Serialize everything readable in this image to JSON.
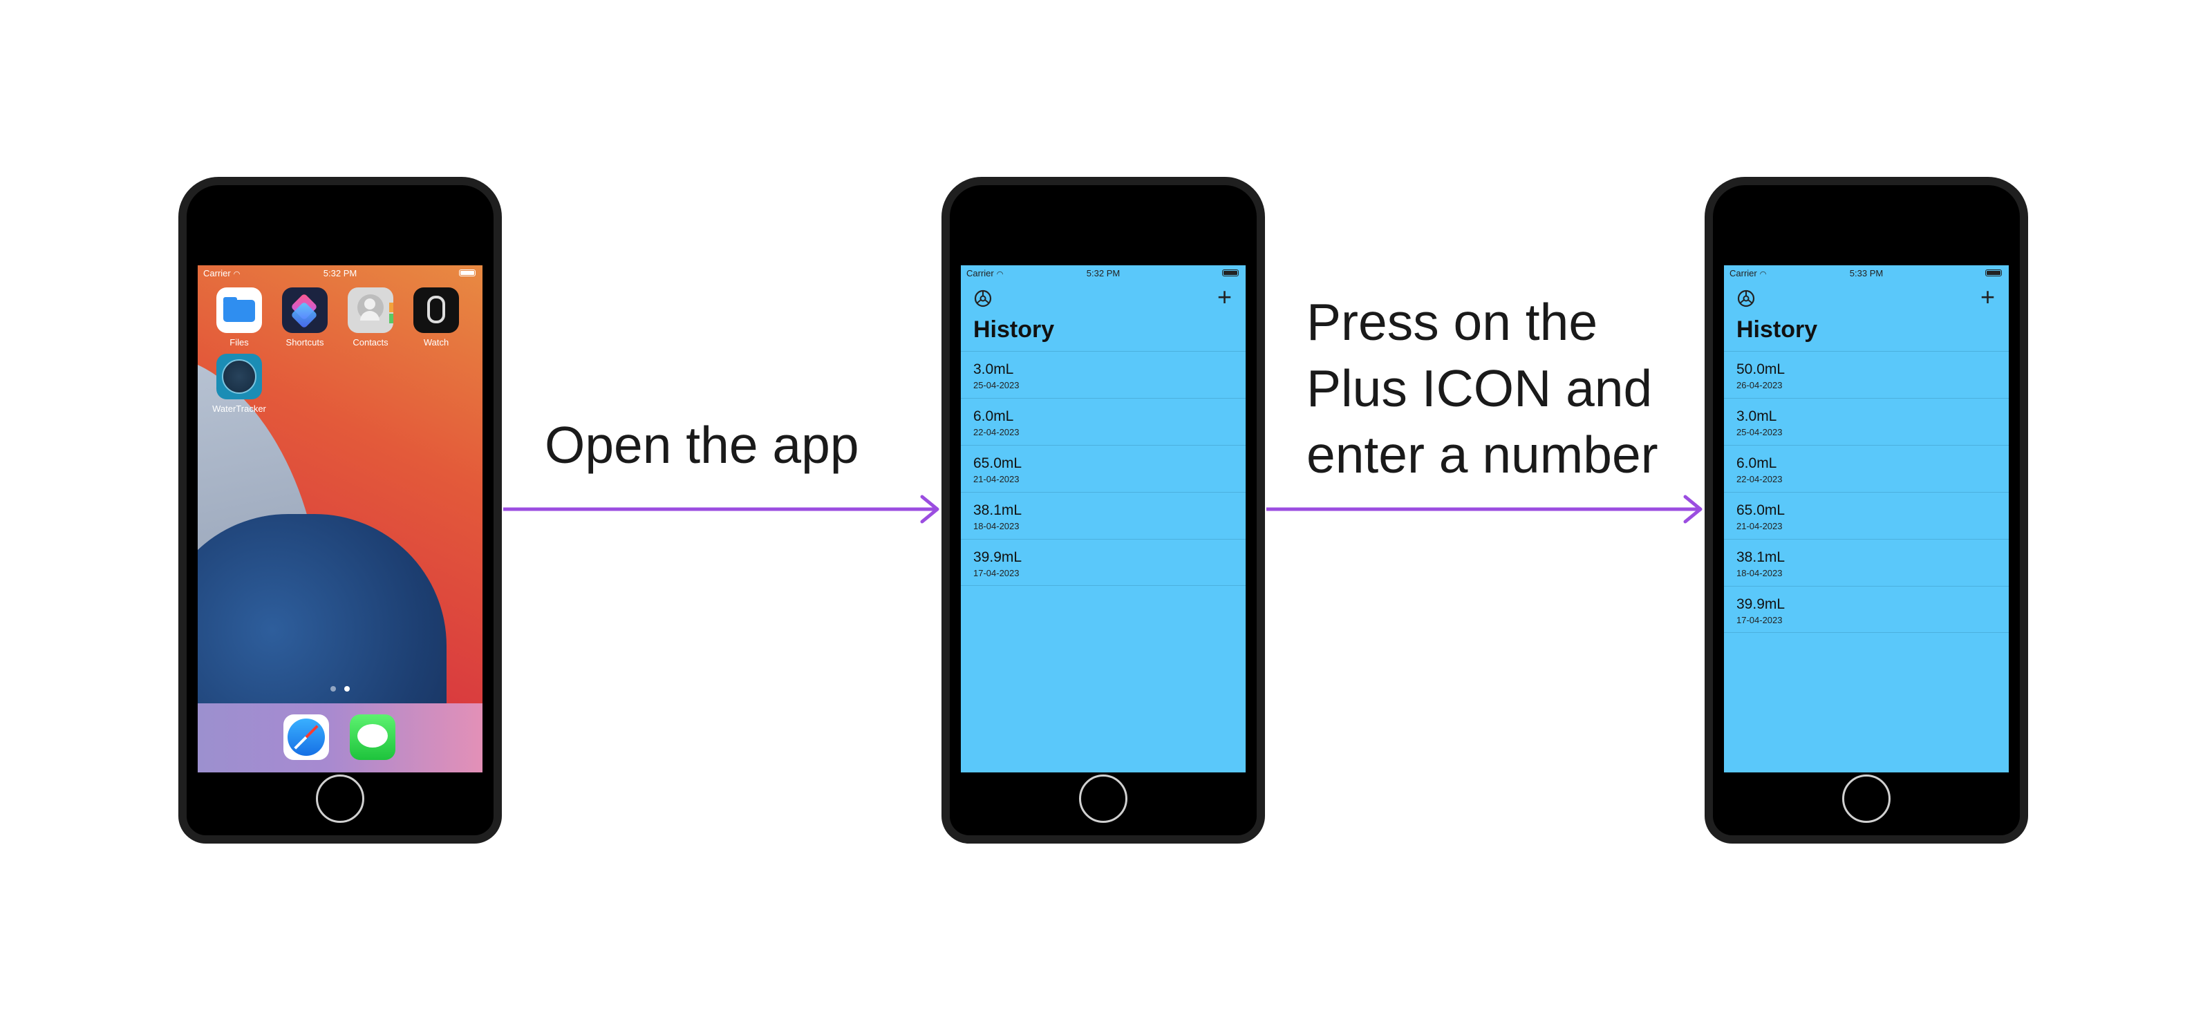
{
  "steps": [
    {
      "caption": "Open the app"
    },
    {
      "caption_lines": [
        "Press on the",
        "Plus ICON and",
        "enter a number"
      ]
    }
  ],
  "phone1": {
    "status": {
      "carrier": "Carrier",
      "time": "5:32 PM"
    },
    "apps": [
      {
        "label": "Files"
      },
      {
        "label": "Shortcuts"
      },
      {
        "label": "Contacts"
      },
      {
        "label": "Watch"
      },
      {
        "label": "WaterTracker"
      }
    ],
    "dock": [
      "Safari",
      "Messages"
    ]
  },
  "phone2": {
    "status": {
      "carrier": "Carrier",
      "time": "5:32 PM"
    },
    "title": "History",
    "entries": [
      {
        "amount": "3.0mL",
        "date": "25-04-2023"
      },
      {
        "amount": "6.0mL",
        "date": "22-04-2023"
      },
      {
        "amount": "65.0mL",
        "date": "21-04-2023"
      },
      {
        "amount": "38.1mL",
        "date": "18-04-2023"
      },
      {
        "amount": "39.9mL",
        "date": "17-04-2023"
      }
    ]
  },
  "phone3": {
    "status": {
      "carrier": "Carrier",
      "time": "5:33 PM"
    },
    "title": "History",
    "entries": [
      {
        "amount": "50.0mL",
        "date": "26-04-2023"
      },
      {
        "amount": "3.0mL",
        "date": "25-04-2023"
      },
      {
        "amount": "6.0mL",
        "date": "22-04-2023"
      },
      {
        "amount": "65.0mL",
        "date": "21-04-2023"
      },
      {
        "amount": "38.1mL",
        "date": "18-04-2023"
      },
      {
        "amount": "39.9mL",
        "date": "17-04-2023"
      }
    ]
  },
  "colors": {
    "arrow": "#9b4de0",
    "app_bg": "#5ac8fa"
  }
}
